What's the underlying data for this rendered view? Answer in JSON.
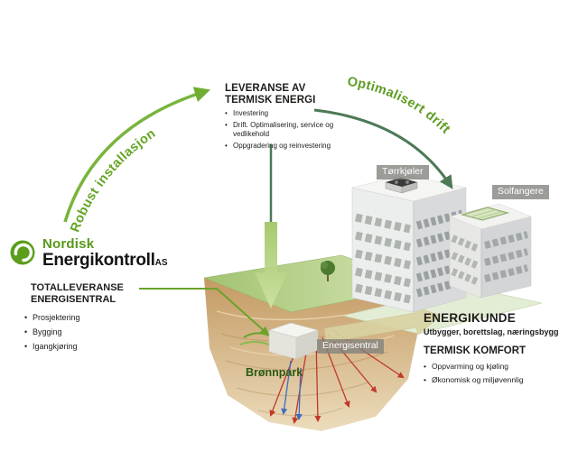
{
  "colors": {
    "brand_green": "#5c9e1c",
    "curve_green": "#6fae33",
    "dark_line_green": "#4c7a57",
    "label_bg_gray": "#807f7c",
    "bronnpark_green": "#2b5a13"
  },
  "logo": {
    "name_top": "Nordisk",
    "name_main": "Energikontroll",
    "suffix": "AS"
  },
  "curved_labels": {
    "robust": "Robust installasjon",
    "optimalisert": "Optimalisert drift"
  },
  "leveranse": {
    "title1": "LEVERANSE AV",
    "title2": "TERMISK ENERGI",
    "bullets": [
      "Investering",
      "Drift. Optimalisering, service og vedlikehold",
      "Oppgradering og reinvestering"
    ]
  },
  "totalleveranse": {
    "title1": "TOTALLEVERANSE",
    "title2": "ENERGISENTRAL",
    "bullets": [
      "Prosjektering",
      "Bygging",
      "Igangkjøring"
    ]
  },
  "building": {
    "roof_label_left": "Tørrkjøler",
    "roof_label_right": "Solfangere"
  },
  "ground": {
    "well_label": "Brønnpark",
    "central_label": "Energisentral"
  },
  "energikunde": {
    "title": "ENERGIKUNDE",
    "subtitle": "Utbygger, borettslag, næringsbygg",
    "section_title": "TERMISK KOMFORT",
    "bullets": [
      "Oppvarming og kjøling",
      "Økonomisk og miljøvennlig"
    ]
  }
}
